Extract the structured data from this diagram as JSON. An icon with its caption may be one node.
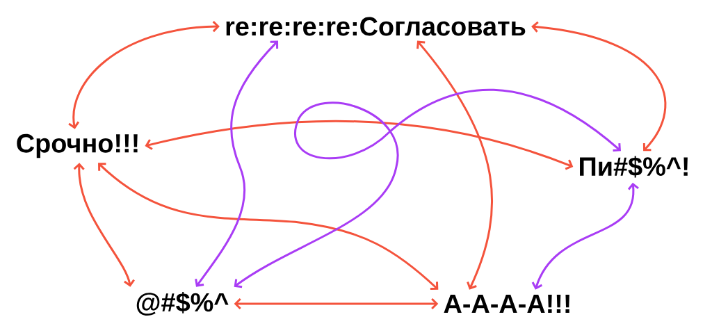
{
  "diagram": {
    "nodes": [
      {
        "text": [
          "re:re:re:re:Согласовать"
        ]
      },
      {
        "text": [
          "Срочно!!!"
        ]
      },
      {
        "text": [
          "Пи#$%^!"
        ]
      },
      {
        "text": [
          "@#$%^"
        ]
      },
      {
        "text": [
          "А-А-А-А!!!"
        ]
      }
    ],
    "edges": [
      {
        "from": 1,
        "to": 0,
        "arrow": "both"
      },
      {
        "from": 0,
        "to": 2,
        "arrow": "both"
      },
      {
        "from": 1,
        "to": 2,
        "arrow": "both"
      },
      {
        "from": 1,
        "to": 3,
        "arrow": "both"
      },
      {
        "from": 1,
        "to": 4,
        "arrow": "both"
      },
      {
        "from": 0,
        "to": 4,
        "arrow": "both"
      },
      {
        "from": 3,
        "to": 4,
        "arrow": "both"
      },
      {
        "from": 0,
        "to": 3,
        "arrow": "both",
        "color": "#a93cf5"
      },
      {
        "from": 2,
        "to": 3,
        "arrow": "both",
        "color": "#a93cf5"
      },
      {
        "from": 2,
        "to": 4,
        "arrow": "both",
        "color": "#a93cf5"
      }
    ]
  }
}
